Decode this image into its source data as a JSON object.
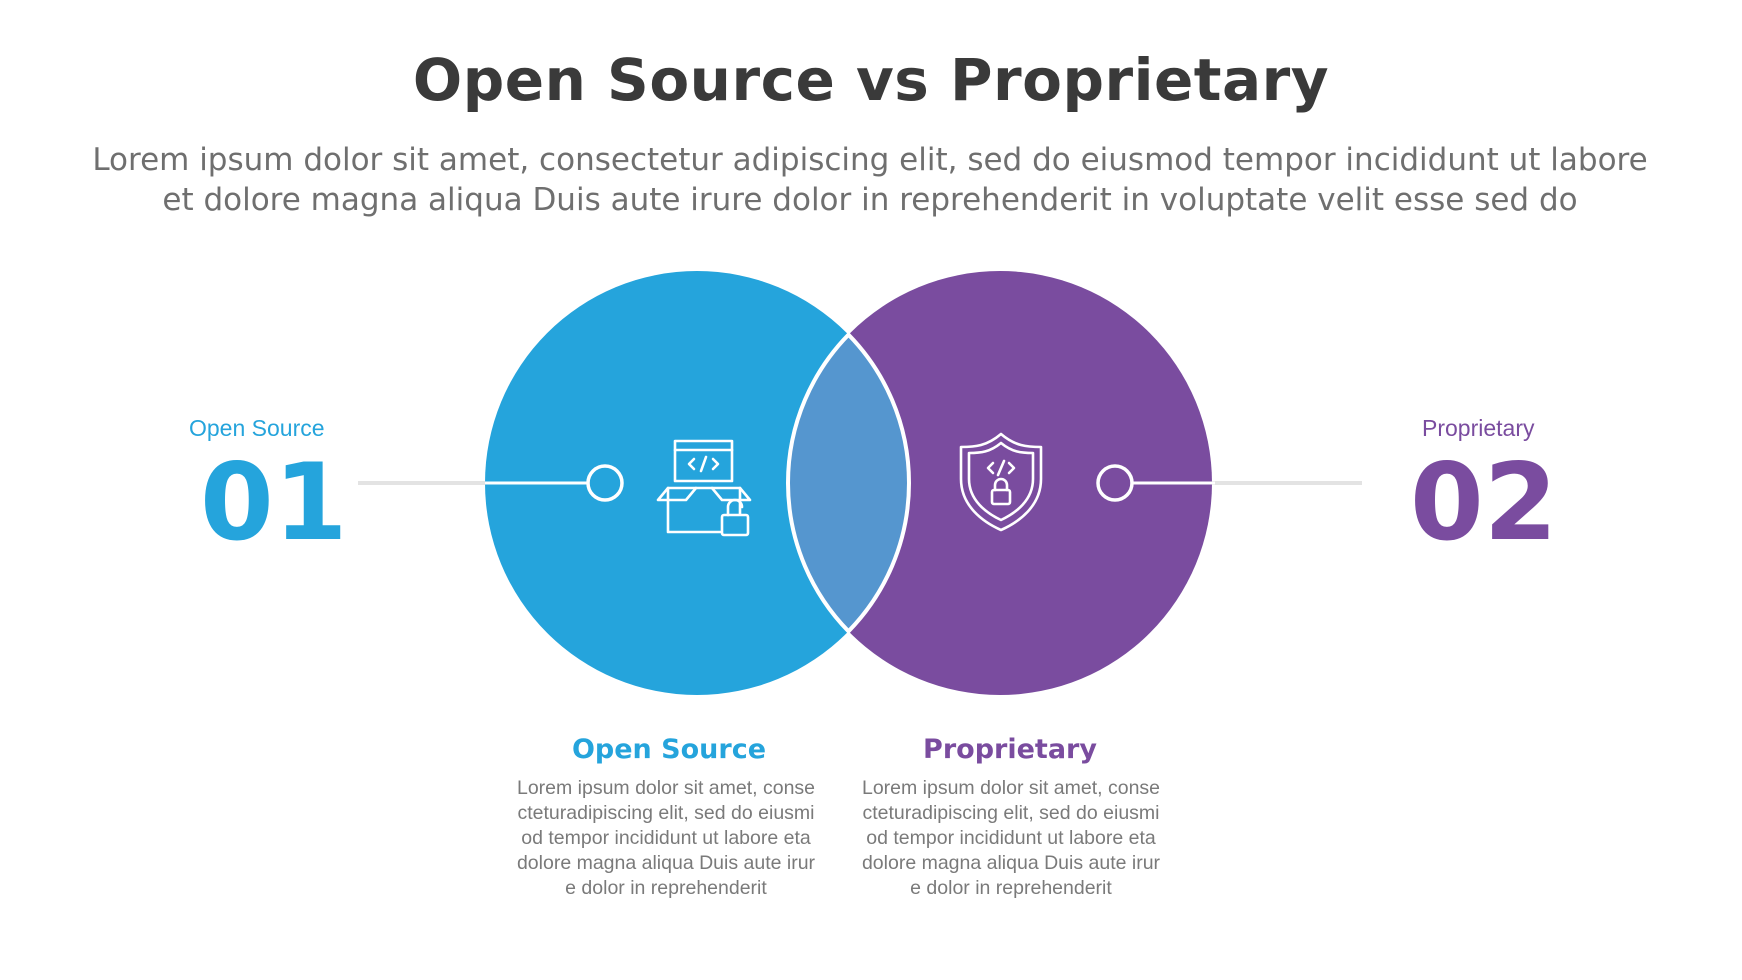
{
  "title": "Open Source vs Proprietary",
  "subtitle_lines": [
    "Lorem ipsum dolor sit amet, consectetur adipiscing elit, sed do eiusmod tempor incididunt ut labore",
    "et dolore magna aliqua Duis aute irure dolor in reprehenderit in voluptate velit esse sed do"
  ],
  "colors": {
    "open_source": "#25a4dc",
    "proprietary": "#7a4c9f",
    "overlap": "#5596cf",
    "title": "#3a3a3a",
    "text": "#6f6f6f",
    "connector": "#e3e3e3"
  },
  "items": [
    {
      "side_label": "Open Source",
      "number": "01",
      "heading": "Open Source",
      "icon": "open-box-code-unlocked-icon",
      "body_lines": [
        "Lorem ipsum dolor sit amet, conse",
        "cteturadipiscing elit, sed do eiusmi",
        "od tempor incididunt ut labore eta",
        "dolore magna aliqua Duis aute irur",
        "e dolor in reprehenderit"
      ]
    },
    {
      "side_label": "Proprietary",
      "number": "02",
      "heading": "Proprietary",
      "icon": "shield-code-lock-icon",
      "body_lines": [
        "Lorem ipsum dolor sit amet, conse",
        "cteturadipiscing elit, sed do eiusmi",
        "od tempor incididunt ut labore eta",
        "dolore magna aliqua Duis aute irur",
        "e dolor in reprehenderit"
      ]
    }
  ]
}
